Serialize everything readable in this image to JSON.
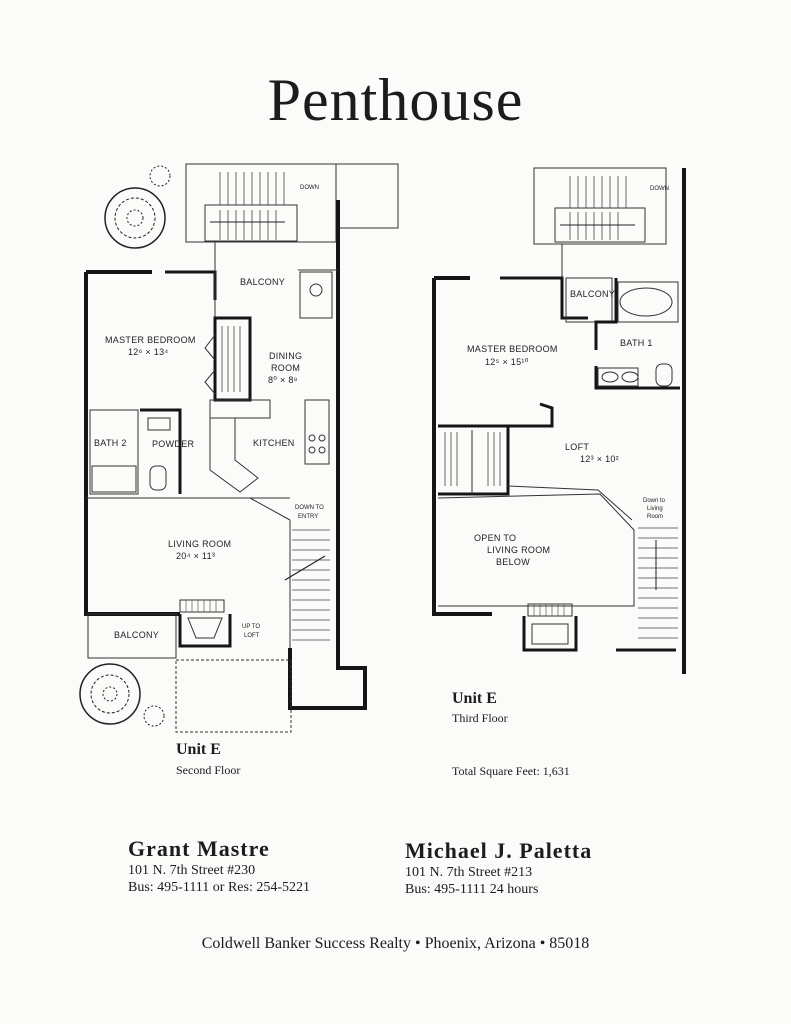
{
  "title": "Penthouse",
  "plans": {
    "second": {
      "unit": "Unit E",
      "floor": "Second Floor",
      "rooms": {
        "balcony_top": "BALCONY",
        "master_bedroom": "MASTER BEDROOM",
        "master_bedroom_dims": "12⁶ × 13⁴",
        "dining": "DINING",
        "dining_room": "ROOM",
        "dining_dims": "8⁰ × 8⁸",
        "bath2": "BATH 2",
        "powder": "POWDER",
        "kitchen": "KITCHEN",
        "down_to": "DOWN TO",
        "entry": "ENTRY",
        "living_room": "LIVING ROOM",
        "living_room_dims": "20⁴ × 11³",
        "balcony_bottom": "BALCONY",
        "up_to": "UP TO",
        "loft": "LOFT",
        "down": "DOWN"
      }
    },
    "third": {
      "unit": "Unit E",
      "floor": "Third Floor",
      "rooms": {
        "down": "DOWN",
        "balcony": "BALCONY",
        "master_bedroom": "MASTER BEDROOM",
        "master_bedroom_dims": "12⁵ × 15¹⁰",
        "bath1": "BATH 1",
        "loft": "LOFT",
        "loft_dims": "12³ × 10²",
        "open_to_1": "OPEN TO",
        "open_to_2": "LIVING ROOM",
        "open_to_3": "BELOW",
        "stair_note_1": "Down to",
        "stair_note_2": "Living",
        "stair_note_3": "Room"
      }
    }
  },
  "total_square_feet": "Total Square Feet:  1,631",
  "agents": [
    {
      "name": "Grant  Mastre",
      "address": "101 N. 7th Street #230",
      "phone": "Bus: 495-1111 or Res: 254-5221"
    },
    {
      "name": "Michael  J.  Paletta",
      "address": "101 N. 7th Street #213",
      "phone": "Bus: 495-1111 24 hours"
    }
  ],
  "footer": "Coldwell Banker Success Realty • Phoenix, Arizona • 85018"
}
